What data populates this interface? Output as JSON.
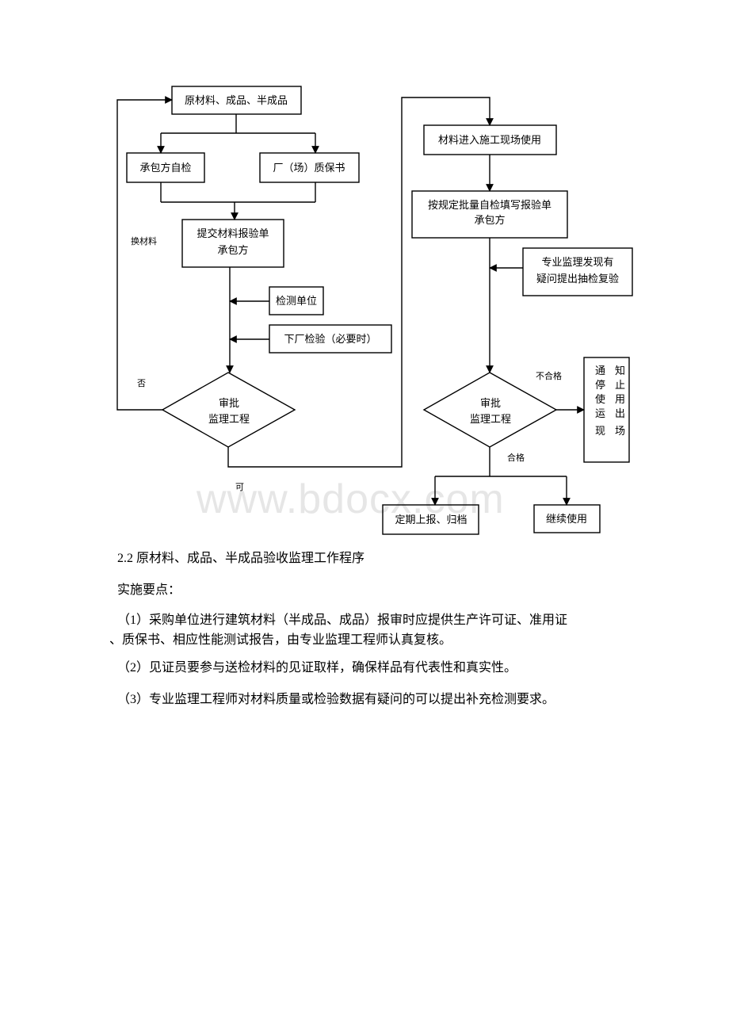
{
  "watermark": "www.bdocx.com",
  "flowchart": {
    "left": {
      "materials": "原材料、成品、半成品",
      "self_check": "承包方自检",
      "cert": "厂（场）质保书",
      "submit_line1": "提交材料报验单",
      "submit_line2": "承包方",
      "lab": "检测单位",
      "factory_check": "下厂检验（必要时）",
      "approve_line1": "审批",
      "approve_line2": "监理工程",
      "replace_label": "换材料",
      "no_label": "否",
      "ok_label": "可"
    },
    "right": {
      "enter_site": "材料进入施工现场使用",
      "batch_line1": "按规定批量自检填写报验单",
      "batch_line2": "承包方",
      "recheck_line1": "专业监理发现有",
      "recheck_line2": "疑问提出抽检复验",
      "approve_line1": "审批",
      "approve_line2": "监理工程",
      "fail_label": "不合格",
      "pass_label": "合格",
      "notice_col1": [
        "通",
        "停",
        "使",
        "运",
        "现"
      ],
      "notice_col2": [
        "知",
        "止",
        "用",
        "出",
        "场"
      ],
      "report": "定期上报、归档",
      "continue": "继续使用"
    }
  },
  "text": {
    "heading": "2.2 原材料、成品、半成品验收监理工作程序",
    "key_points": "实施要点：",
    "item1_line1": "（1）采购单位进行建筑材料（半成品、成品）报审时应提供生产许可证、准用证",
    "item1_line2": "、质保书、相应性能测试报告，由专业监理工程师认真复核。",
    "item2": "（2）见证员要参与送检材料的见证取样，确保样品有代表性和真实性。",
    "item3": "（3）专业监理工程师对材料质量或检验数据有疑问的可以提出补充检测要求。"
  }
}
